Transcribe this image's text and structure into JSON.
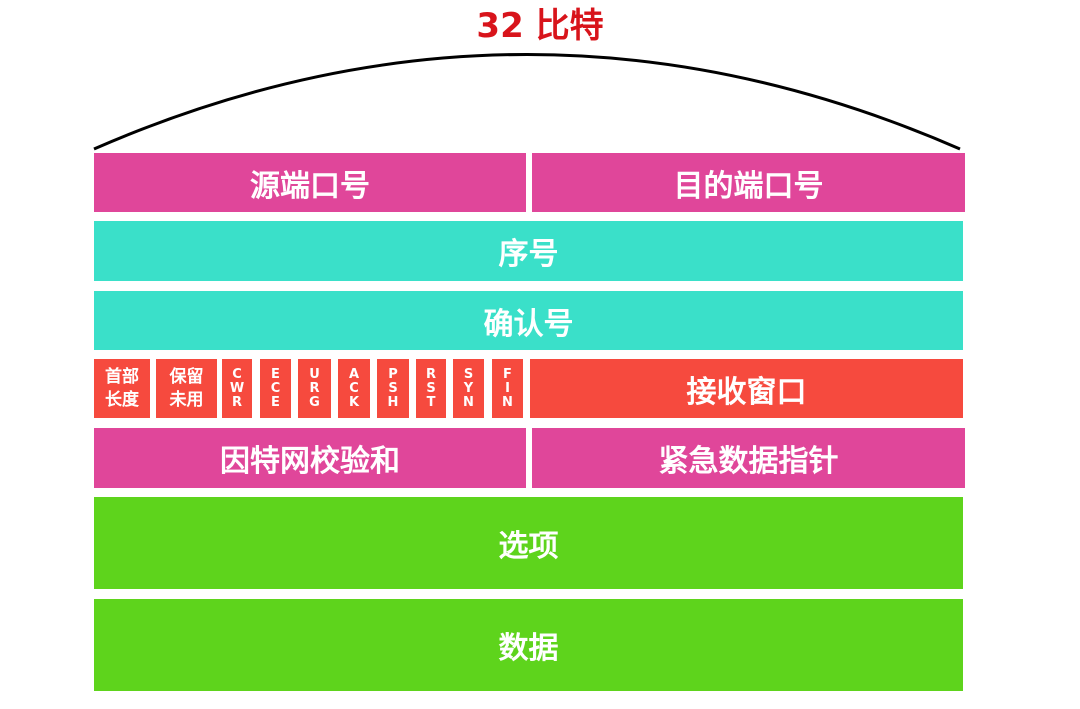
{
  "title": "32 比特",
  "colors": {
    "title": "#d8141b",
    "port": "#e0469a",
    "seq": "#3ae0c9",
    "control": "#f64a3e",
    "options": "#5ed41c"
  },
  "rows": {
    "source_port": "源端口号",
    "dest_port": "目的端口号",
    "sequence": "序号",
    "ack_number": "确认号",
    "header_length": [
      "首部",
      "长度"
    ],
    "reserved": [
      "保留",
      "未用"
    ],
    "flags": [
      [
        "C",
        "W",
        "R"
      ],
      [
        "E",
        "C",
        "E"
      ],
      [
        "U",
        "R",
        "G"
      ],
      [
        "A",
        "C",
        "K"
      ],
      [
        "P",
        "S",
        "H"
      ],
      [
        "R",
        "S",
        "T"
      ],
      [
        "S",
        "Y",
        "N"
      ],
      [
        "F",
        "I",
        "N"
      ]
    ],
    "window": "接收窗口",
    "checksum": "因特网校验和",
    "urgent_pointer": "紧急数据指针",
    "options": "选项",
    "data": "数据"
  }
}
